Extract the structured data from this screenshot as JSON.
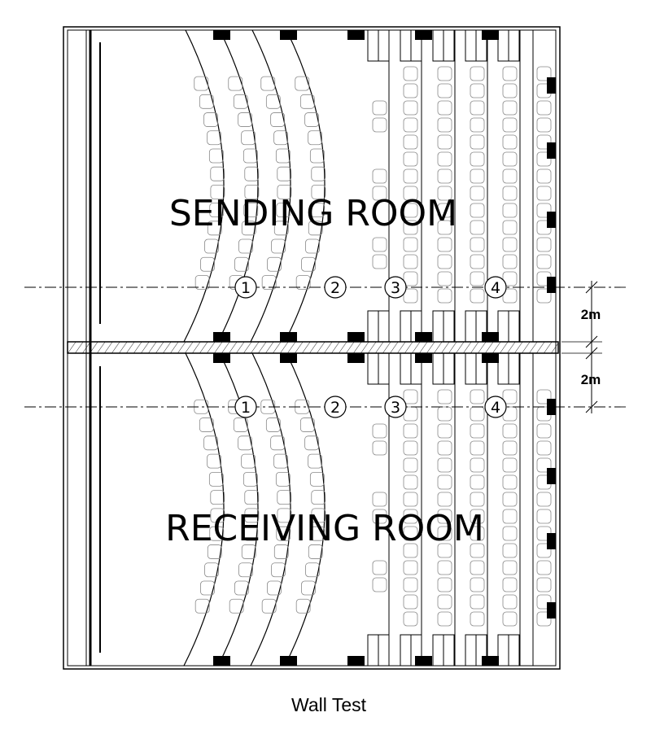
{
  "rooms": {
    "sending": "SENDING ROOM",
    "receiving": "RECEIVING ROOM"
  },
  "positions": [
    "1",
    "2",
    "3",
    "4"
  ],
  "dimensions": {
    "upper": "2m",
    "lower": "2m"
  },
  "caption": "Wall Test"
}
